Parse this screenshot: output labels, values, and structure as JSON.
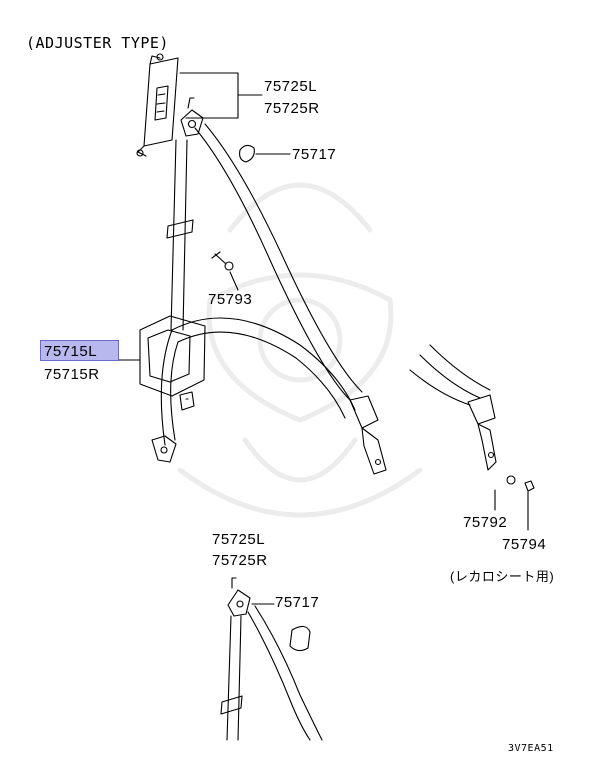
{
  "header": {
    "title": "(ADJUSTER TYPE)"
  },
  "labels": {
    "anchor_l_top": "75725L",
    "anchor_r_top": "75725R",
    "cover_top": "75717",
    "bolt": "75793",
    "retractor_l": "75715L",
    "retractor_r": "75715R",
    "anchor_l_bottom": "75725L",
    "anchor_r_bottom": "75725R",
    "cover_bottom": "75717",
    "washer": "75792",
    "nut": "75794",
    "note": "(レカロシート用)",
    "code": "3V7EA51"
  },
  "highlight": {
    "label": "75715L",
    "color": "#b9b8ee"
  }
}
